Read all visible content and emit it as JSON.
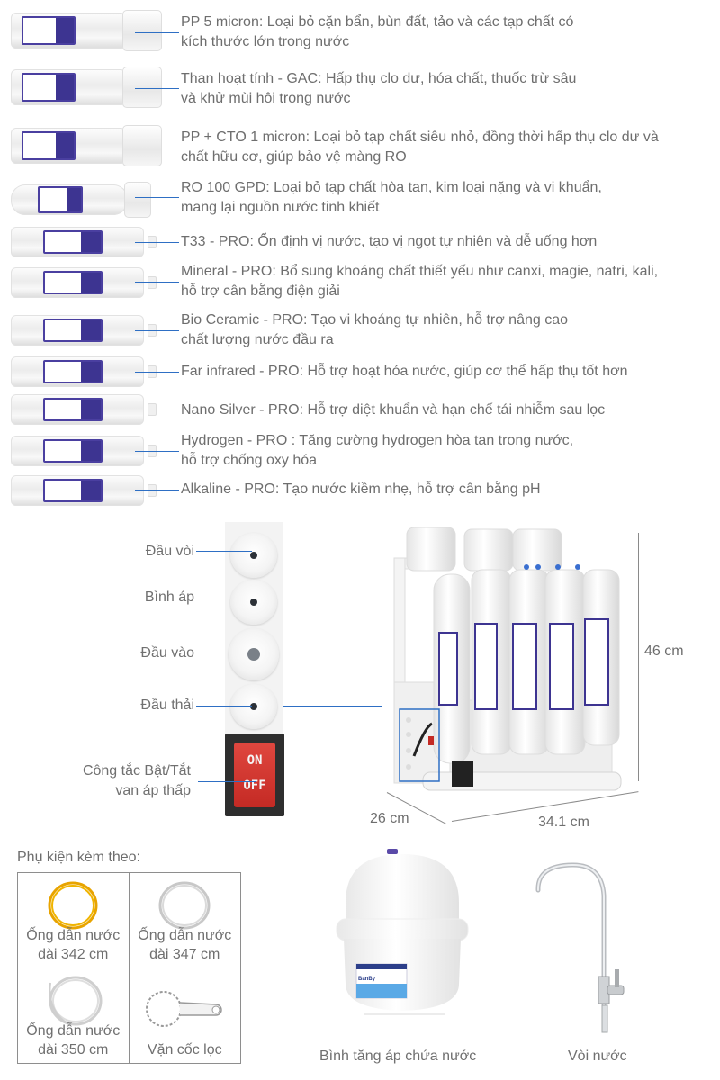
{
  "filters": [
    {
      "name": "PP 5 micron",
      "lines": [
        "PP 5 micron: Loại bỏ cặn bẩn, bùn đất, tảo và các tạp chất có",
        "kích thước lớn trong nước"
      ]
    },
    {
      "name": "Than hoạt tính - GAC",
      "lines": [
        "Than hoạt tính - GAC: Hấp thụ clo dư, hóa chất, thuốc trừ sâu",
        "và khử mùi hôi trong nước"
      ]
    },
    {
      "name": "PP + CTO 1 micron",
      "lines": [
        "PP + CTO 1 micron: Loại bỏ tạp chất siêu nhỏ, đồng thời hấp thụ clo dư và",
        "chất hữu cơ, giúp bảo vệ màng RO"
      ]
    },
    {
      "name": "RO 100 GPD",
      "lines": [
        "RO 100 GPD: Loại bỏ tạp chất hòa tan, kim loại nặng và vi khuẩn,",
        "mang lại nguồn nước tinh khiết"
      ]
    },
    {
      "name": "T33 - PRO",
      "lines": [
        "T33 - PRO: Ổn định vị nước, tạo vị ngọt tự nhiên và dễ uống hơn"
      ]
    },
    {
      "name": "Mineral - PRO",
      "lines": [
        "Mineral - PRO: Bổ sung khoáng chất thiết yếu như canxi, magie, natri, kali,",
        "hỗ trợ cân bằng điện giải"
      ]
    },
    {
      "name": "Bio Ceramic - PRO",
      "lines": [
        "Bio Ceramic - PRO: Tạo vi khoáng tự nhiên, hỗ trợ nâng cao",
        "chất lượng nước đầu ra"
      ]
    },
    {
      "name": "Far infrared - PRO",
      "lines": [
        "Far infrared - PRO: Hỗ trợ hoạt hóa nước, giúp cơ thể hấp thụ tốt hơn"
      ]
    },
    {
      "name": "Nano Silver - PRO",
      "lines": [
        "Nano Silver - PRO: Hỗ trợ diệt khuẩn và hạn chế tái nhiễm sau lọc"
      ]
    },
    {
      "name": "Hydrogen - PRO",
      "lines": [
        "Hydrogen - PRO : Tăng cường hydrogen hòa tan trong nước,",
        "hỗ trợ chống oxy hóa"
      ]
    },
    {
      "name": "Alkaline - PRO",
      "lines": [
        "Alkaline - PRO: Tạo nước kiềm nhẹ, hỗ trợ cân bằng pH"
      ]
    }
  ],
  "ports": {
    "faucet_outlet": "Đầu vòi",
    "pressure_tank": "Bình áp",
    "inlet": "Đầu vào",
    "waste_outlet": "Đầu thải",
    "switch_label_line1": "Công tắc Bật/Tắt",
    "switch_label_line2": "van áp thấp",
    "switch_on": "ON",
    "switch_off": "OFF"
  },
  "dimensions": {
    "height": "46 cm",
    "depth": "26 cm",
    "width": "34.1 cm"
  },
  "accessories": {
    "title": "Phụ kiện kèm theo:",
    "items": [
      {
        "line1": "Ống dẫn nước",
        "line2": "dài 342 cm",
        "icon": "yellow-tube-coil"
      },
      {
        "line1": "Ống dẫn nước",
        "line2": "dài 347 cm",
        "icon": "clear-tube-coil"
      },
      {
        "line1": "Ống dẫn nước",
        "line2": "dài 350 cm",
        "icon": "clear-tube-coil"
      },
      {
        "line1": "Vặn cốc lọc",
        "line2": "",
        "icon": "filter-wrench"
      }
    ]
  },
  "products": {
    "tank_caption": "Bình tăng áp chứa nước",
    "tank_brand": "BanBy",
    "faucet_caption": "Vòi nước"
  },
  "colors": {
    "leader_line": "#2e6fc4",
    "text": "#6e6e6e",
    "label_purple": "#3d3491",
    "switch_red": "#d13a33",
    "yellow_tube": "#e8a400"
  }
}
